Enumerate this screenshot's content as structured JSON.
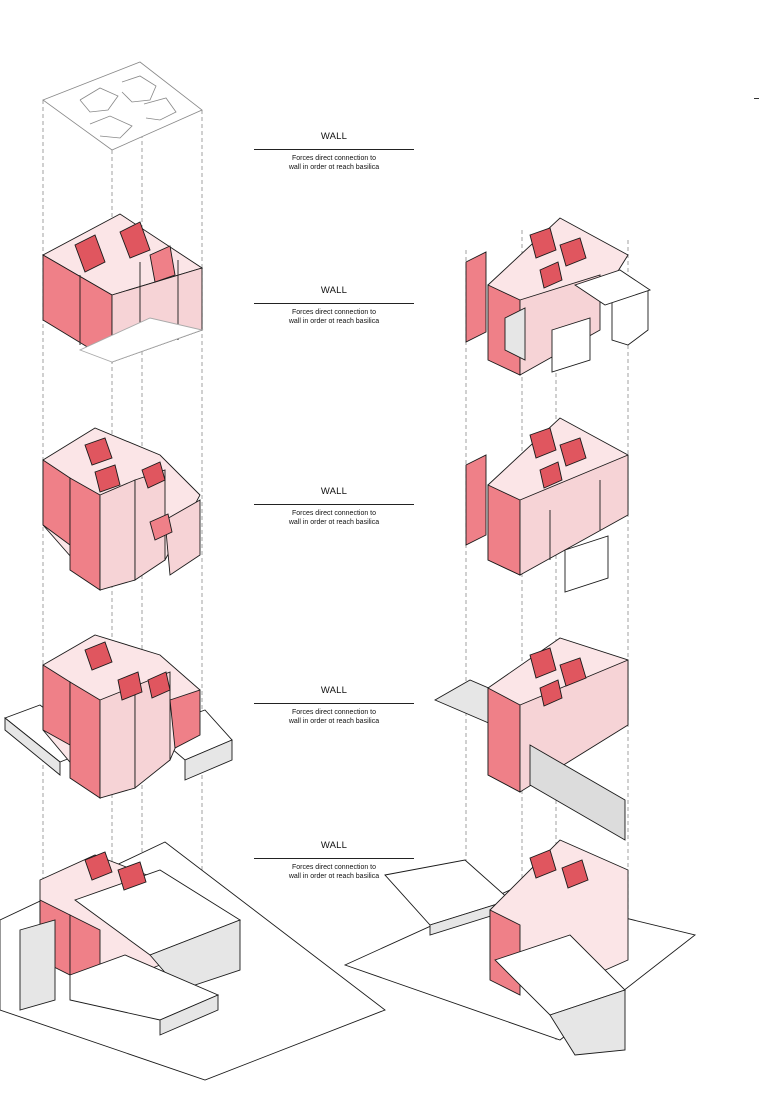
{
  "labels": [
    {
      "title": "WALL",
      "desc_line1": "Forces direct connection to",
      "desc_line2": "wall in order ot reach basilica"
    },
    {
      "title": "WALL",
      "desc_line1": "Forces direct connection to",
      "desc_line2": "wall in order ot reach basilica"
    },
    {
      "title": "WALL",
      "desc_line1": "Forces direct connection to",
      "desc_line2": "wall in order ot reach basilica"
    },
    {
      "title": "WALL",
      "desc_line1": "Forces direct connection to",
      "desc_line2": "wall in order ot reach basilica"
    },
    {
      "title": "WALL",
      "desc_line1": "Forces direct connection to",
      "desc_line2": "wall in order ot reach basilica"
    }
  ],
  "colors": {
    "wall_fill": "#f6d3d6",
    "wall_side": "#ef8088",
    "wall_dark": "#e0565f",
    "grey_fill": "#e6e6e6",
    "line": "#1a1a1a",
    "dash": "#8a8a8a"
  }
}
